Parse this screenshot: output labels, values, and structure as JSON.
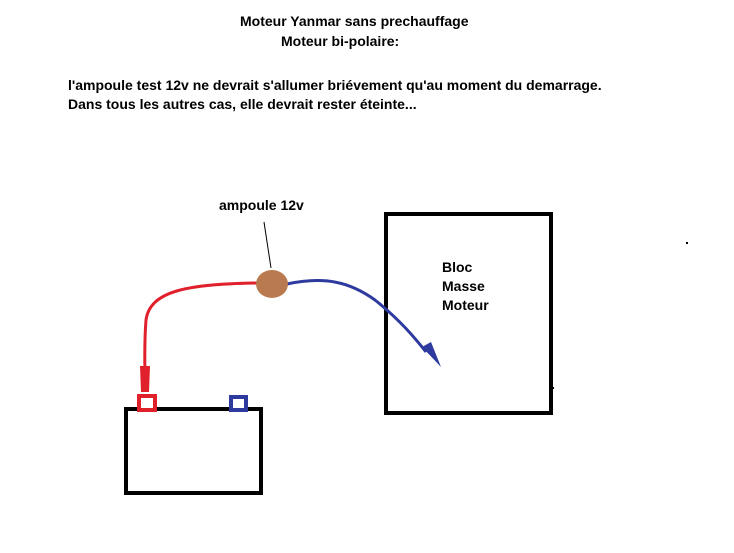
{
  "header": {
    "title_line1": "Moteur Yanmar sans prechauffage",
    "title_line2": "Moteur bi-polaire:"
  },
  "description": {
    "line1": "l'ampoule test 12v ne devrait s'allumer briévement qu'au moment du demarrage.",
    "line2": "Dans tous les autres cas, elle devrait rester éteinte..."
  },
  "lamp": {
    "label": "ampoule 12v",
    "color": "#b87a4e"
  },
  "engine_block": {
    "line1": "Bloc",
    "line2": "Masse",
    "line3": "Moteur"
  },
  "colors": {
    "positive_wire": "#e0202a",
    "negative_wire": "#2e3a9e",
    "outline": "#000000"
  }
}
